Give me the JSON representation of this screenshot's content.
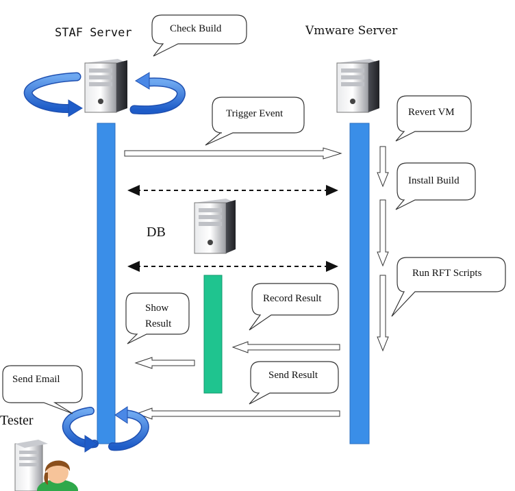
{
  "participants": {
    "staf": "STAF Server",
    "vmware": "Vmware Server",
    "db": "DB",
    "tester": "Tester"
  },
  "callouts": {
    "check_build": "Check Build",
    "trigger_event": "Trigger Event",
    "revert_vm": "Revert VM",
    "install_build": "Install Build",
    "run_rft": "Run RFT Scripts",
    "record_result": "Record Result",
    "show_result_1": "Show",
    "show_result_2": "Result",
    "send_result": "Send Result",
    "send_email": "Send Email"
  },
  "colors": {
    "lifeline_blue": "#3a8ee8",
    "db_bar_green": "#1fc48f",
    "curve_arrow_blue": "#2f6fd6"
  }
}
